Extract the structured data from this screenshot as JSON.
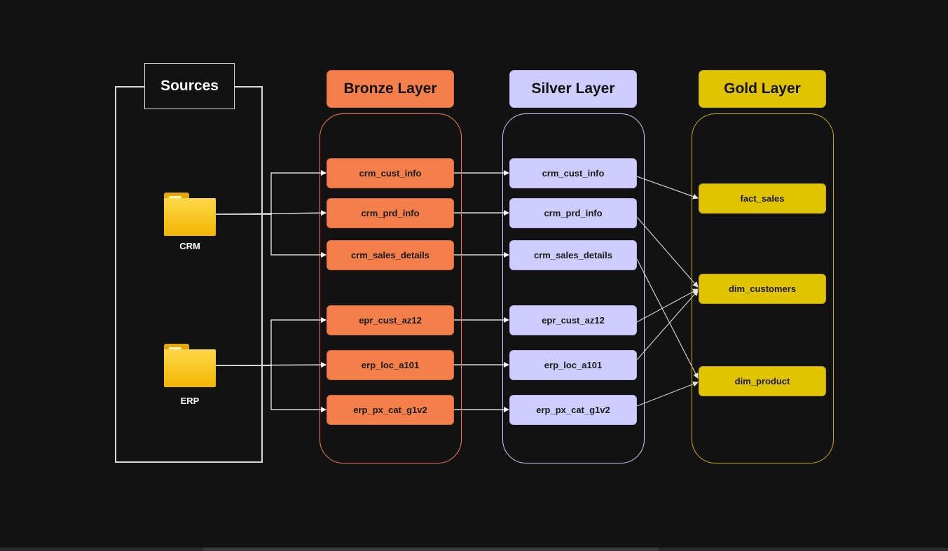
{
  "sources": {
    "title": "Sources",
    "crm_label": "CRM",
    "erp_label": "ERP",
    "folder_icon": "folder-icon"
  },
  "layers": {
    "bronze": {
      "title": "Bronze Layer",
      "color": "#f47f4a"
    },
    "silver": {
      "title": "Silver Layer",
      "color": "#cfcdff"
    },
    "gold": {
      "title": "Gold Layer",
      "color": "#e1c400"
    }
  },
  "bronze_tables": [
    "crm_cust_info",
    "crm_prd_info",
    "crm_sales_details",
    "epr_cust_az12",
    "erp_loc_a101",
    "erp_px_cat_g1v2"
  ],
  "silver_tables": [
    "crm_cust_info",
    "crm_prd_info",
    "crm_sales_details",
    "epr_cust_az12",
    "erp_loc_a101",
    "erp_px_cat_g1v2"
  ],
  "gold_tables": [
    "fact_sales",
    "dim_customers",
    "dim_product"
  ],
  "edges": [
    {
      "from": "CRM",
      "to": "bronze.crm_cust_info"
    },
    {
      "from": "CRM",
      "to": "bronze.crm_prd_info"
    },
    {
      "from": "CRM",
      "to": "bronze.crm_sales_details"
    },
    {
      "from": "ERP",
      "to": "bronze.epr_cust_az12"
    },
    {
      "from": "ERP",
      "to": "bronze.erp_loc_a101"
    },
    {
      "from": "ERP",
      "to": "bronze.erp_px_cat_g1v2"
    },
    {
      "from": "bronze.crm_cust_info",
      "to": "silver.crm_cust_info"
    },
    {
      "from": "bronze.crm_prd_info",
      "to": "silver.crm_prd_info"
    },
    {
      "from": "bronze.crm_sales_details",
      "to": "silver.crm_sales_details"
    },
    {
      "from": "bronze.epr_cust_az12",
      "to": "silver.epr_cust_az12"
    },
    {
      "from": "bronze.erp_loc_a101",
      "to": "silver.erp_loc_a101"
    },
    {
      "from": "bronze.erp_px_cat_g1v2",
      "to": "silver.erp_px_cat_g1v2"
    },
    {
      "from": "silver.crm_cust_info",
      "to": "gold.fact_sales"
    },
    {
      "from": "silver.crm_prd_info",
      "to": "gold.dim_customers"
    },
    {
      "from": "silver.crm_sales_details",
      "to": "gold.dim_product"
    },
    {
      "from": "silver.epr_cust_az12",
      "to": "gold.dim_customers"
    },
    {
      "from": "silver.erp_loc_a101",
      "to": "gold.dim_customers"
    },
    {
      "from": "silver.erp_px_cat_g1v2",
      "to": "gold.dim_product"
    }
  ]
}
